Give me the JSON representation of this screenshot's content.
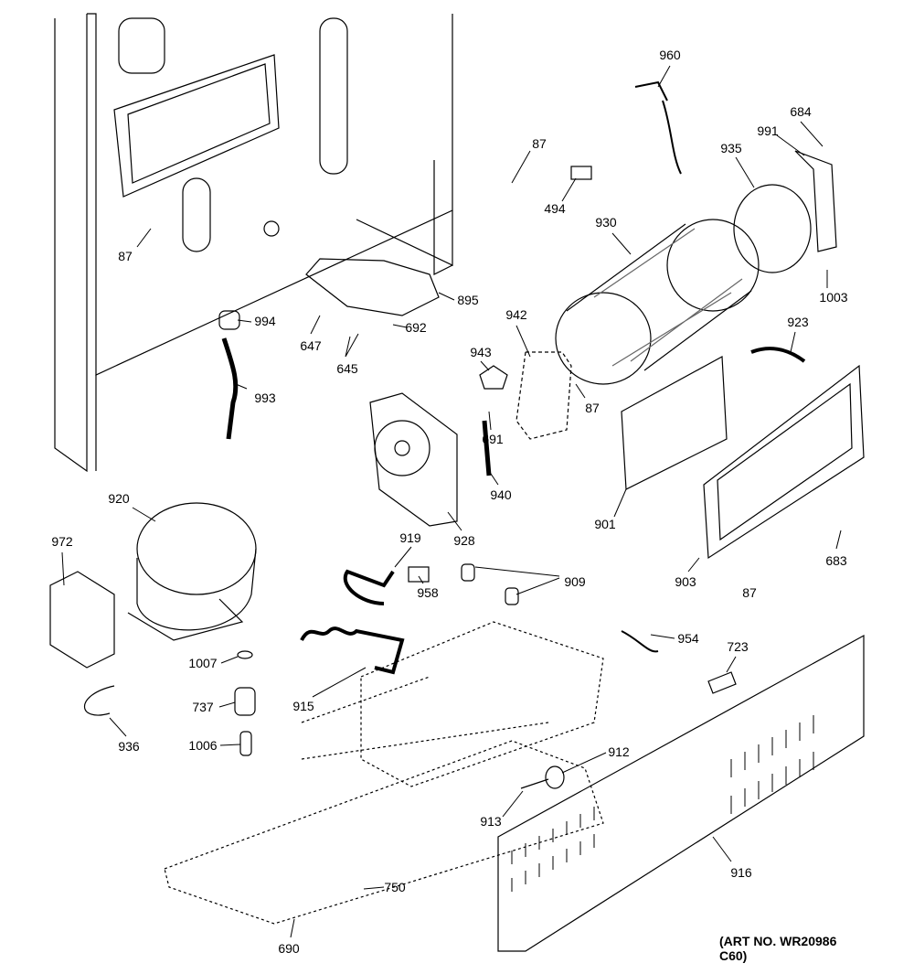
{
  "diagram": {
    "art_number": "(ART NO. WR20986 C60)",
    "part_labels": [
      "87",
      "994",
      "993",
      "647",
      "645",
      "692",
      "895",
      "87",
      "494",
      "960",
      "684",
      "991",
      "935",
      "930",
      "1003",
      "923",
      "942",
      "943",
      "87",
      "691",
      "940",
      "901",
      "920",
      "928",
      "919",
      "958",
      "909",
      "972",
      "903",
      "87",
      "683",
      "954",
      "723",
      "1007",
      "737",
      "915",
      "936",
      "1006",
      "912",
      "913",
      "916",
      "750",
      "690"
    ]
  }
}
